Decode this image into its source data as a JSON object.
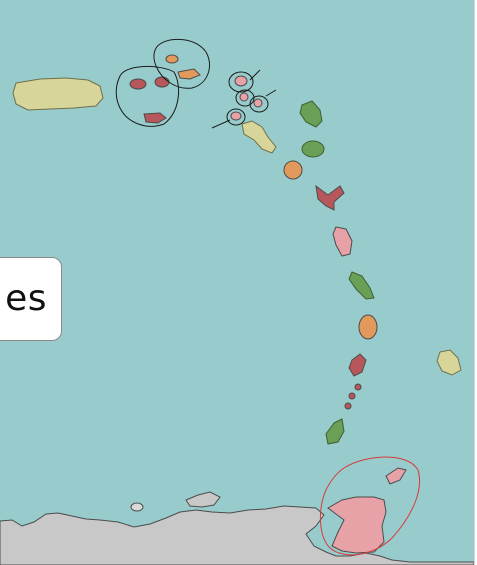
{
  "map": {
    "label_text": "es",
    "colors": {
      "sea": "#98cccc",
      "land_gray": "#c8c8c8",
      "khaki": "#d8d59a",
      "green": "#6aa055",
      "orange": "#e29a5c",
      "red": "#b8575b",
      "pink": "#e7a2a8",
      "outline": "#4b4b4b",
      "annotation_black": "#1b1b1b",
      "annotation_red": "#d83a3a"
    },
    "features": [
      "puerto-rico",
      "virgin-islands",
      "leeward-islands",
      "windward-islands",
      "barbados",
      "trinidad-and-tobago",
      "south-american-coast"
    ]
  }
}
